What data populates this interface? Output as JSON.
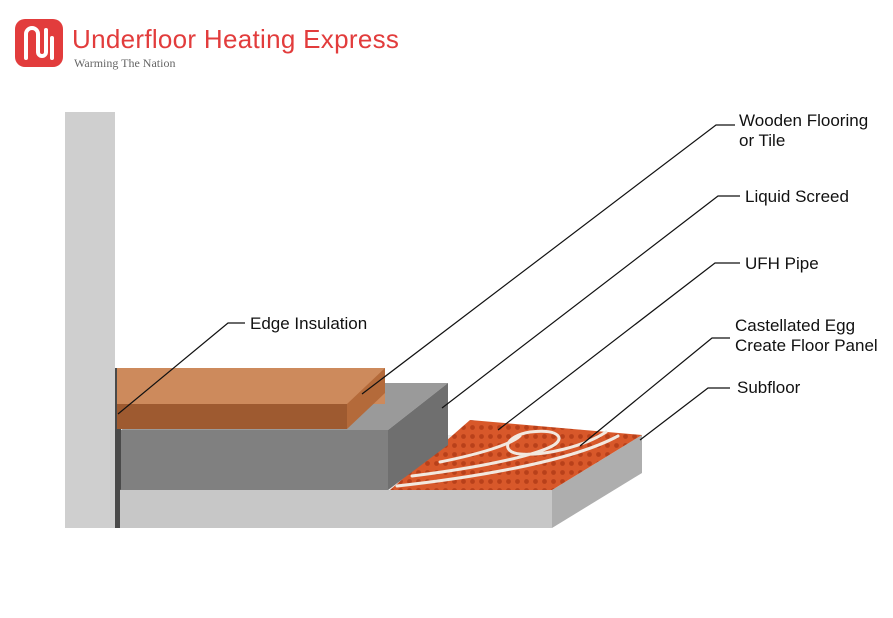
{
  "brand": {
    "name": "Underfloor Heating Express",
    "tagline": "Warming The Nation",
    "brand_color": "#e23c3c"
  },
  "labels": {
    "wooden_flooring_line1": "Wooden Flooring",
    "wooden_flooring_line2": "or Tile",
    "liquid_screed": "Liquid Screed",
    "ufh_pipe": "UFH Pipe",
    "panel_line1": "Castellated Egg",
    "panel_line2": "Create Floor Panel",
    "subfloor": "Subfloor",
    "edge_insulation": "Edge Insulation"
  },
  "colors": {
    "wall": "#cfcfcf",
    "wood": "#c9865a",
    "screed": "#8c8c8c",
    "panel": "#d85a2a",
    "pipe": "#f4ece4",
    "subfloor": "#d0d0d0"
  }
}
